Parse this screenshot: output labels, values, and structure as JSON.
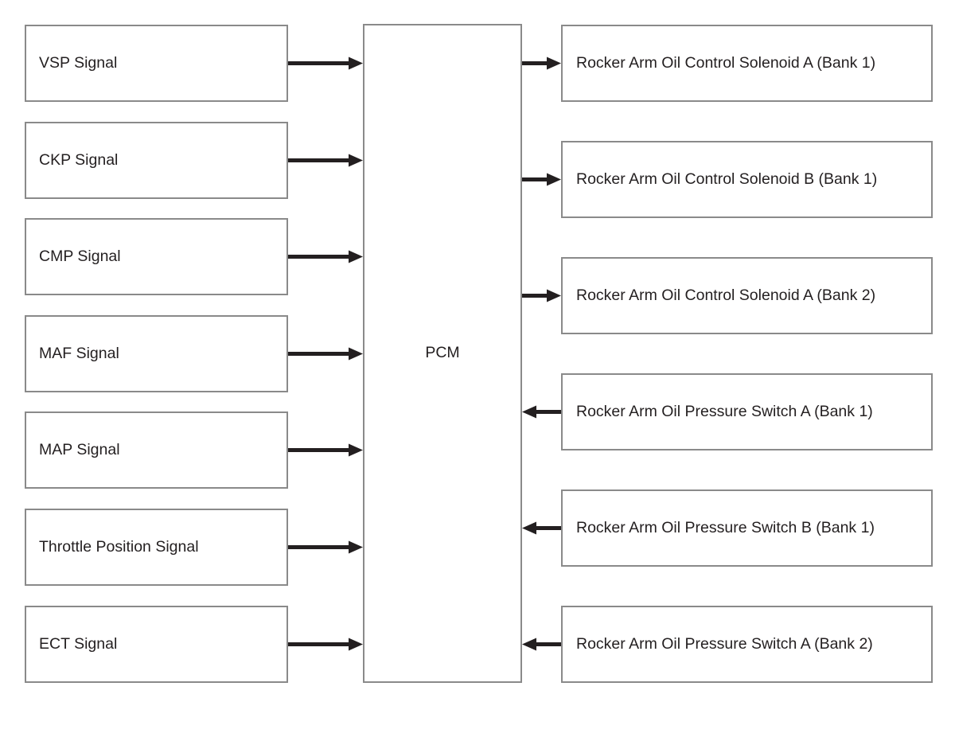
{
  "diagram": {
    "type": "block-diagram",
    "colors": {
      "background": "#ffffff",
      "box_border": "#8a8a8a",
      "box_fill": "#ffffff",
      "arrow": "#231f20",
      "text": "#231f20"
    },
    "center_node": {
      "label": "PCM"
    },
    "inputs": [
      {
        "label": "VSP Signal",
        "direction": "in"
      },
      {
        "label": "CKP Signal",
        "direction": "in"
      },
      {
        "label": "CMP Signal",
        "direction": "in"
      },
      {
        "label": "MAF Signal",
        "direction": "in"
      },
      {
        "label": "MAP Signal",
        "direction": "in"
      },
      {
        "label": "Throttle Position Signal",
        "direction": "in"
      },
      {
        "label": "ECT Signal",
        "direction": "in"
      }
    ],
    "right_nodes": [
      {
        "label": "Rocker Arm Oil Control Solenoid A (Bank 1)",
        "direction": "out"
      },
      {
        "label": "Rocker Arm Oil Control Solenoid B (Bank 1)",
        "direction": "out"
      },
      {
        "label": "Rocker Arm Oil Control Solenoid A (Bank 2)",
        "direction": "out"
      },
      {
        "label": "Rocker Arm Oil Pressure Switch A (Bank 1)",
        "direction": "in"
      },
      {
        "label": "Rocker Arm Oil Pressure Switch B (Bank 1)",
        "direction": "in"
      },
      {
        "label": "Rocker Arm Oil Pressure Switch A (Bank 2)",
        "direction": "in"
      }
    ]
  }
}
